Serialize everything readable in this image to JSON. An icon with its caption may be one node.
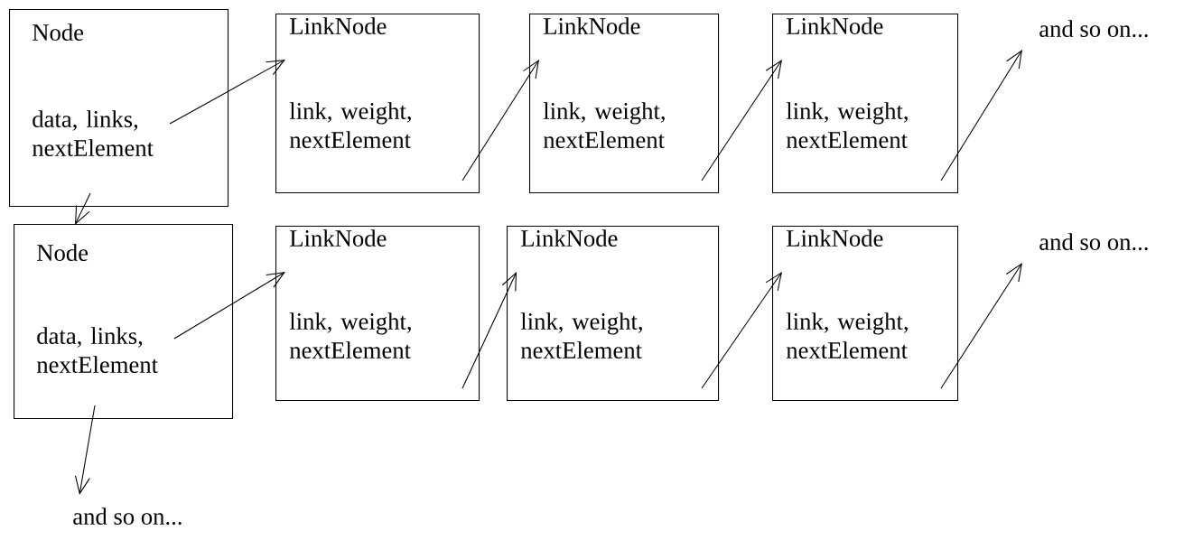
{
  "diagram": {
    "nodes": [
      {
        "text": [
          "Node",
          "data, links, nextElement"
        ]
      },
      {
        "text": [
          "LinkNode",
          "link, weight, nextElement"
        ]
      },
      {
        "text": [
          "LinkNode",
          "link, weight, nextElement"
        ]
      },
      {
        "text": [
          "LinkNode",
          "link, weight, nextElement"
        ]
      },
      {
        "text": [
          "and so on..."
        ]
      },
      {
        "text": [
          "Node",
          "data, links, nextElement"
        ]
      },
      {
        "text": [
          "LinkNode",
          "link, weight, nextElement"
        ]
      },
      {
        "text": [
          "LinkNode",
          "link, weight, nextElement"
        ]
      },
      {
        "text": [
          "LinkNode",
          "link, weight, nextElement"
        ]
      },
      {
        "text": [
          "and so on..."
        ]
      },
      {
        "text": [
          "and so on..."
        ]
      }
    ],
    "edges": [
      {
        "from": 0,
        "to": 1,
        "arrow": "to"
      },
      {
        "from": 1,
        "to": 2,
        "arrow": "to"
      },
      {
        "from": 2,
        "to": 3,
        "arrow": "to"
      },
      {
        "from": 3,
        "to": 4,
        "arrow": "to"
      },
      {
        "from": 0,
        "to": 5,
        "arrow": "to"
      },
      {
        "from": 5,
        "to": 6,
        "arrow": "to"
      },
      {
        "from": 6,
        "to": 7,
        "arrow": "to"
      },
      {
        "from": 7,
        "to": 8,
        "arrow": "to"
      },
      {
        "from": 8,
        "to": 9,
        "arrow": "to"
      },
      {
        "from": 5,
        "to": 10,
        "arrow": "to"
      }
    ]
  }
}
